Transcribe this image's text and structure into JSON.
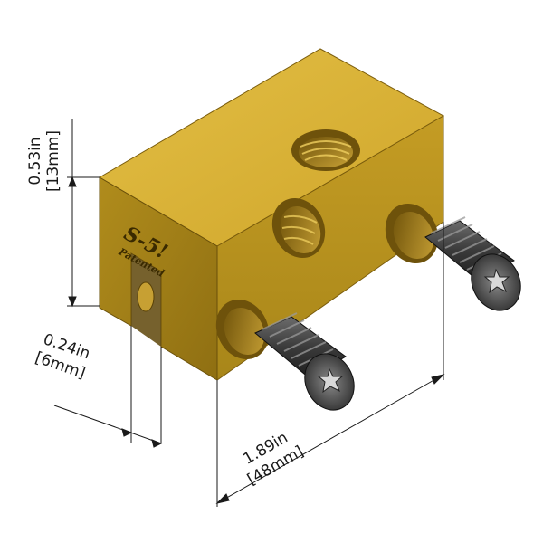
{
  "product": {
    "brand_mark": "S-5!",
    "stamp": "Patented"
  },
  "dimensions": {
    "height": {
      "imperial": "0.53in",
      "metric": "[13mm]"
    },
    "slot_width": {
      "imperial": "0.24in",
      "metric": "[6mm]"
    },
    "length": {
      "imperial": "1.89in",
      "metric": "[48mm]"
    }
  },
  "colors": {
    "brass_top": "#d9b232",
    "brass_front": "#b7901f",
    "brass_side": "#8c6c10",
    "screw": "#3c3c3c"
  }
}
